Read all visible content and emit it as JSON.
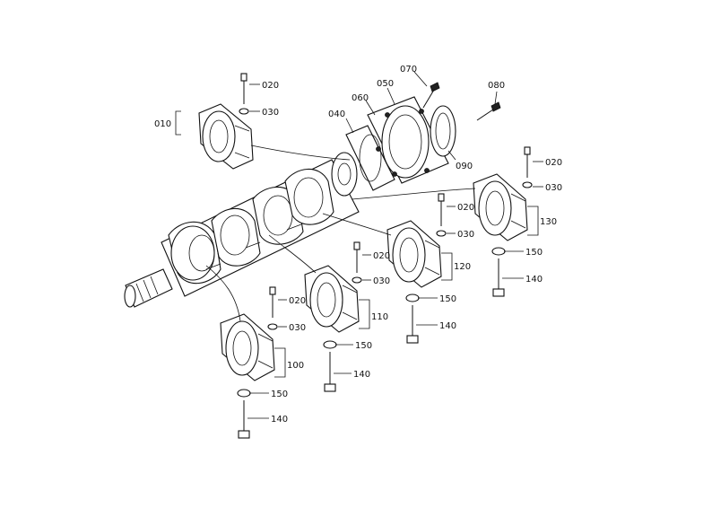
{
  "diagram": {
    "callouts": {
      "c010": "010",
      "c020": [
        "020",
        "020",
        "020",
        "020",
        "020"
      ],
      "c030": [
        "030",
        "030",
        "030",
        "030",
        "030"
      ],
      "c040": "040",
      "c050": "050",
      "c060": "060",
      "c070": "070",
      "c080": "080",
      "c090": "090",
      "c100": "100",
      "c110": "110",
      "c120": "120",
      "c130": "130",
      "c140": [
        "140",
        "140",
        "140",
        "140"
      ],
      "c150": [
        "150",
        "150",
        "150",
        "150"
      ]
    }
  }
}
